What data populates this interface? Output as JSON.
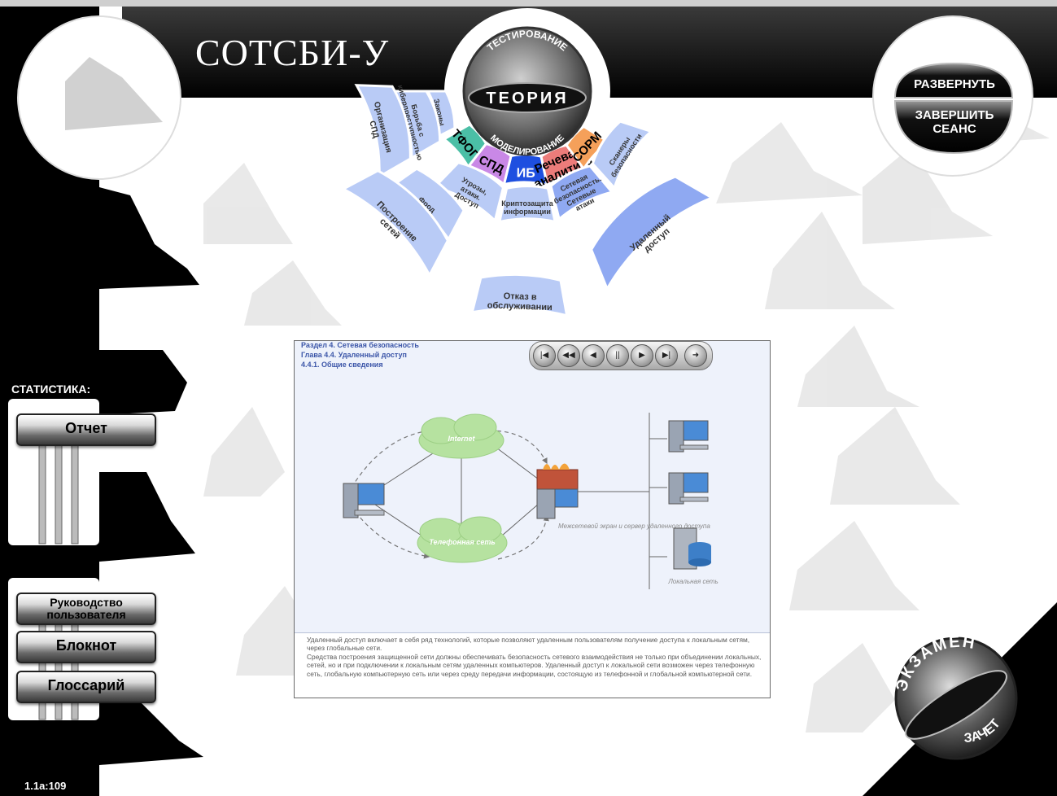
{
  "app": {
    "title": "СОТСБИ-У",
    "version": "1.1a:109"
  },
  "hub": {
    "center": "ТЕОРИЯ",
    "top_arc": "ТЕСТИРОВАНИЕ",
    "bottom_arc": "МОДЕЛИРОВАНИЕ"
  },
  "menu": {
    "ring1": [
      {
        "label": "ТФОП",
        "color": "#4bbfa6"
      },
      {
        "label": "СПД",
        "color": "#c988e6"
      },
      {
        "label": "ИБ",
        "color": "#1e4fe0"
      },
      {
        "label": "Речевая аналитика",
        "color": "#ec7c7a"
      },
      {
        "label": "СОРМ",
        "color": "#f5a05a"
      }
    ],
    "left_group": [
      {
        "label": "Организация СПД"
      },
      {
        "label": "Борьба с киберпреступностью"
      },
      {
        "label": "Законы"
      }
    ],
    "right_group": [
      {
        "label": "Сканеры безопасности"
      }
    ],
    "ring2": [
      {
        "label": "Угрозы, атаки. Доступ"
      },
      {
        "label": "Криптозащита информации"
      },
      {
        "label": "Сетевая безопасность. Сетевые атаки"
      }
    ],
    "ring3": [
      {
        "label": "Фрод"
      }
    ],
    "ring4": [
      {
        "label": "Построение сетей"
      },
      {
        "label": "Отказ в обслуживании"
      },
      {
        "label": "Удаленный доступ"
      }
    ]
  },
  "right_controls": {
    "expand": "РАЗВЕРНУТЬ",
    "end_session": "ЗАВЕРШИТЬ СЕАНС"
  },
  "exam": {
    "top": "ЭКЗАМЕН",
    "bottom": "ЗАЧЕТ"
  },
  "sidebar": {
    "stats_label": "СТАТИСТИКА:",
    "report": "Отчет",
    "guide": "Руководство пользователя",
    "notebook": "Блокнот",
    "glossary": "Глоссарий"
  },
  "content": {
    "section": "Раздел 4. Сетевая безопасность",
    "chapter": "Глава 4.4. Удаленный доступ",
    "subsection": "4.4.1. Общие сведения",
    "diagram": {
      "internet": "Internet",
      "phone_net": "Телефонная сеть",
      "firewall": "Межсетевой экран и сервер удаленного доступа",
      "local_net": "Локальная сеть"
    },
    "paragraph1": "Удаленный доступ включает в себя ряд технологий, которые позволяют удаленным пользователям получение доступа к локальным сетям, через глобальные сети.",
    "paragraph2": "Средства построения защищенной сети должны обеспечивать безопасность сетевого взаимодействия не только при объединении локальных, сетей, но и при подключении к локальным сетям удаленных компьютеров. Удаленный доступ к локальной сети возможен через телефонную сеть, глобальную компьютерную сеть или через среду передачи информации, состоящую из телефонной и глобальной компьютерной сети."
  },
  "colors": {
    "segment_light": "#b9cbf6",
    "segment_mid": "#8fa9f2",
    "accent_blue": "#1e4fe0"
  }
}
